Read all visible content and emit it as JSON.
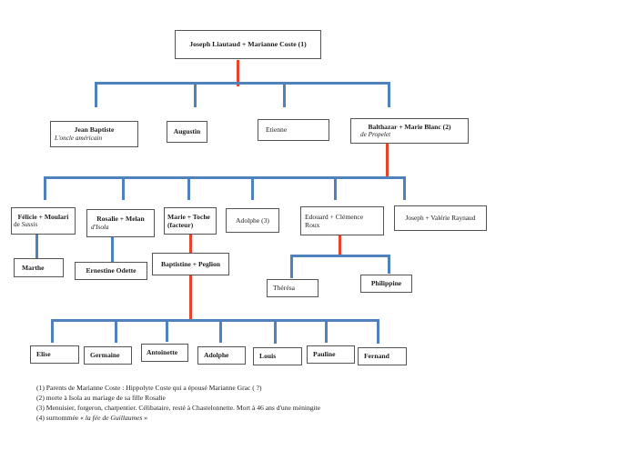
{
  "colors": {
    "connector_blue": "#4f81bd",
    "connector_red": "#e8432d",
    "box_border": "#555555"
  },
  "boxes": {
    "root": {
      "name": "Joseph Liautaud + Marianne Coste (1)"
    },
    "jean_baptiste": {
      "name": "Jean Baptiste",
      "subtitle": "L'oncle américain"
    },
    "augustin": {
      "name": "Augustin"
    },
    "etienne": {
      "name": "Etienne"
    },
    "balthazar": {
      "name": "Balthazar + Marie Blanc (2)",
      "subtitle": "de Propelet"
    },
    "felicie": {
      "name": "Félicie + Moulari",
      "subtitle_prefix": "de ",
      "subtitle": "Sussis"
    },
    "rosalie": {
      "name": "Rosalie + Melan",
      "subtitle": "d'Isola"
    },
    "marie_toche": {
      "name": "Marie + Toche",
      "subtitle": "(facteur)"
    },
    "adolphe_3": {
      "name": "Adolphe (3)"
    },
    "edouard": {
      "name": "Edouard + Clémence Roux"
    },
    "joseph_valerie": {
      "name": "Joseph + Valérie Raynaud"
    },
    "marthe": {
      "name": "Marthe"
    },
    "ernestine": {
      "name": "Ernestine Odette"
    },
    "baptistine": {
      "name": "Baptistine + Peglion"
    },
    "theresa": {
      "name": "Thérésa"
    },
    "philippine": {
      "name": "Philippine"
    },
    "elise": {
      "name": "Elise"
    },
    "germaine": {
      "name": "Germaine"
    },
    "antoinette": {
      "name": "Antoinette"
    },
    "adolphe": {
      "name": "Adolphe"
    },
    "louis": {
      "name": "Louis"
    },
    "pauline": {
      "name": "Pauline"
    },
    "fernand": {
      "name": "Fernand"
    }
  },
  "footnotes": {
    "f1": "(1) Parents de Marianne Coste : Hippolyte Coste qui a épousé Marianne Grac ( ?)",
    "f2": "(2) morte à Isola au mariage de sa fille Rosalie",
    "f3": "(3) Menuisier, forgeron, charpentier. Célibataire, resté à Chastelonnette. Mort à 46 ans d'une méningite",
    "f4_prefix": "(4) surnommée « ",
    "f4_italic": "la fée de Guillaumes",
    "f4_suffix": " »"
  }
}
